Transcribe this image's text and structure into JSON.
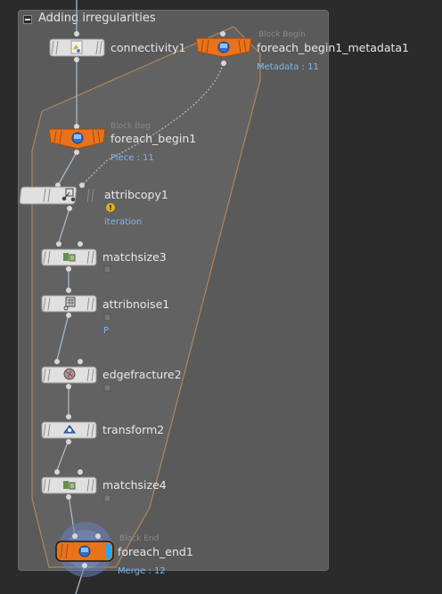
{
  "network_box": {
    "title": "Adding irregularities",
    "collapse_icon": "minus-icon"
  },
  "colors": {
    "background": "#2b2b2b",
    "box_fill": "#5a5a5a",
    "block_fill": "#666666",
    "block_outline": "#b0865a",
    "node_body": "#e0e0e0",
    "orange_node": "#e8731b",
    "sub_label": "#7fb6ef",
    "wire": "#a9b7c6"
  },
  "nodes": {
    "connectivity": {
      "name": "connectivity1",
      "icon": "connectivity-icon"
    },
    "foreach_begin_metadata": {
      "name": "foreach_begin1_metadata1",
      "ghost": "Block Begin",
      "sub": "Metadata : 11",
      "icon": "sop-block-icon"
    },
    "foreach_begin": {
      "name": "foreach_begin1",
      "ghost": "Block Beg",
      "sub": "Piece : 11",
      "icon": "sop-block-icon"
    },
    "attribcopy": {
      "name": "attribcopy1",
      "sub": "iteration",
      "icon": "attribcopy-icon",
      "warning_icon": "warning-icon"
    },
    "matchsize3": {
      "name": "matchsize3",
      "icon": "matchsize-icon"
    },
    "attribnoise": {
      "name": "attribnoise1",
      "sub": "P",
      "icon": "attribnoise-icon"
    },
    "edgefracture": {
      "name": "edgefracture2",
      "icon": "edgefracture-icon"
    },
    "transform": {
      "name": "transform2",
      "icon": "transform-icon"
    },
    "matchsize4": {
      "name": "matchsize4",
      "icon": "matchsize-icon"
    },
    "foreach_end": {
      "name": "foreach_end1",
      "ghost": "Block End",
      "sub": "Merge : 12",
      "icon": "sop-block-icon"
    }
  }
}
